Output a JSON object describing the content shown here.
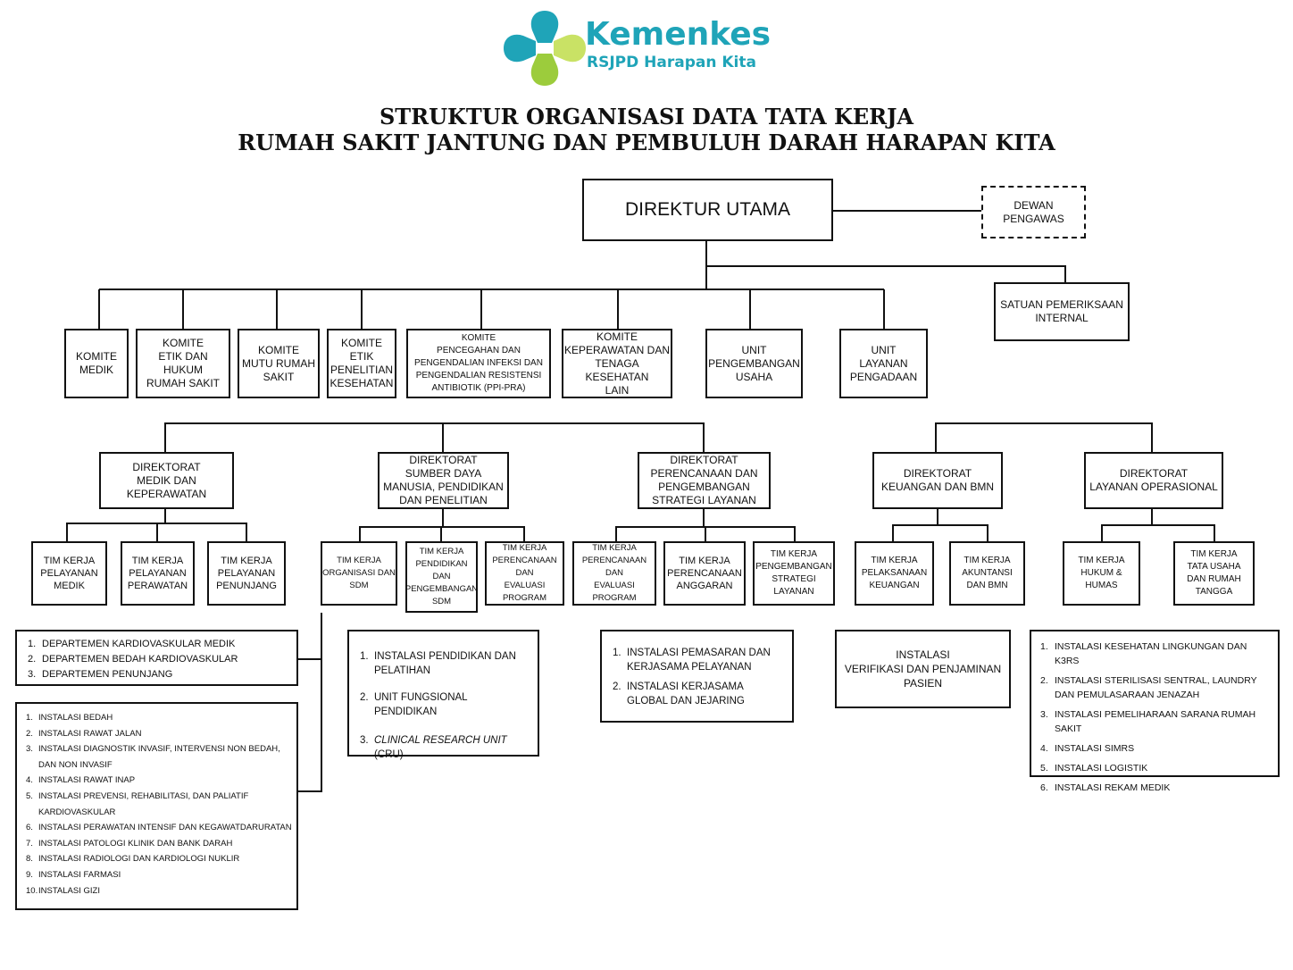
{
  "logo": {
    "brand": "Kemenkes",
    "sub": "RSJPD Harapan Kita",
    "icon": "kemenkes-logo-icon",
    "colors": {
      "teal": "#1fa4b8",
      "green": "#9ccc3c",
      "light": "#c9e265"
    }
  },
  "title": {
    "line1": "STRUKTUR ORGANISASI DATA TATA KERJA",
    "line2": "RUMAH SAKIT JANTUNG DAN PEMBULUH DARAH HARAPAN KITA"
  },
  "top": {
    "direktur_utama": "DIREKTUR UTAMA",
    "dewan_pengawas": "DEWAN\nPENGAWAS",
    "spi": "SATUAN PEMERIKSAAN\nINTERNAL"
  },
  "units": [
    "KOMITE\nMEDIK",
    "KOMITE\nETIK DAN HUKUM\nRUMAH SAKIT",
    "KOMITE\nMUTU RUMAH\nSAKIT",
    "KOMITE\nETIK\nPENELITIAN\nKESEHATAN",
    "KOMITE\nPENCEGAHAN DAN\nPENGENDALIAN INFEKSI DAN\nPENGENDALIAN RESISTENSI\nANTIBIOTIK (PPI-PRA)",
    "KOMITE\nKEPERAWATAN DAN\nTENAGA KESEHATAN\nLAIN",
    "UNIT\nPENGEMBANGAN\nUSAHA",
    "UNIT\nLAYANAN\nPENGADAAN"
  ],
  "direktorats": [
    "DIREKTORAT\nMEDIK DAN\nKEPERAWATAN",
    "DIREKTORAT\nSUMBER DAYA\nMANUSIA, PENDIDIKAN\nDAN PENELITIAN",
    "DIREKTORAT\nPERENCANAAN DAN\nPENGEMBANGAN\nSTRATEGI LAYANAN",
    "DIREKTORAT\nKEUANGAN DAN BMN",
    "DIREKTORAT\nLAYANAN OPERASIONAL"
  ],
  "tim_kerja": {
    "medik": [
      "TIM KERJA\nPELAYANAN\nMEDIK",
      "TIM KERJA\nPELAYANAN\nPERAWATAN",
      "TIM KERJA\nPELAYANAN\nPENUNJANG"
    ],
    "sdm": [
      "TIM KERJA\nORGANISASI DAN\nSDM",
      "TIM KERJA\nPENDIDIKAN\nDAN\nPENGEMBANGAN\nSDM",
      "TIM KERJA\nPERENCANAAN DAN\nEVALUASI\nPROGRAM"
    ],
    "perencanaan": [
      "TIM KERJA\nPERENCANAAN DAN\nEVALUASI\nPROGRAM",
      "TIM KERJA\nPERENCANAAN\nANGGARAN",
      "TIM KERJA\nPENGEMBANGAN\nSTRATEGI\nLAYANAN"
    ],
    "keuangan": [
      "TIM KERJA\nPELAKSANAAN\nKEUANGAN",
      "TIM KERJA\nAKUNTANSI\nDAN BMN"
    ],
    "operasional": [
      "TIM KERJA\nHUKUM &\nHUMAS",
      "TIM KERJA\nTATA USAHA\nDAN RUMAH\nTANGGA"
    ]
  },
  "lists": {
    "departemen": [
      {
        "num": "1.",
        "text": "DEPARTEMEN KARDIOVASKULAR MEDIK"
      },
      {
        "num": "2.",
        "text": "DEPARTEMEN BEDAH KARDIOVASKULAR"
      },
      {
        "num": "3.",
        "text": "DEPARTEMEN PENUNJANG"
      }
    ],
    "instalasi_medik": [
      {
        "num": "1.",
        "text": "INSTALASI BEDAH"
      },
      {
        "num": "2.",
        "text": "INSTALASI RAWAT JALAN"
      },
      {
        "num": "3.",
        "text": "INSTALASI DIAGNOSTIK INVASIF, INTERVENSI NON BEDAH, DAN NON INVASIF"
      },
      {
        "num": "4.",
        "text": "INSTALASI RAWAT INAP"
      },
      {
        "num": "5.",
        "text": "INSTALASI PREVENSI, REHABILITASI, DAN PALIATIF KARDIOVASKULAR"
      },
      {
        "num": "6.",
        "text": "INSTALASI PERAWATAN INTENSIF DAN KEGAWATDARURATAN"
      },
      {
        "num": "7.",
        "text": "INSTALASI PATOLOGI KLINIK DAN BANK DARAH"
      },
      {
        "num": "8.",
        "text": "INSTALASI RADIOLOGI DAN KARDIOLOGI NUKLIR"
      },
      {
        "num": "9.",
        "text": "INSTALASI FARMASI"
      },
      {
        "num": "10.",
        "text": "INSTALASI GIZI"
      }
    ],
    "sdm": [
      {
        "num": "1.",
        "text": "INSTALASI PENDIDIKAN DAN PELATIHAN"
      },
      {
        "num": "2.",
        "text": "UNIT FUNGSIONAL PENDIDIKAN"
      },
      {
        "num": "3.",
        "text_italic": "CLINICAL RESEARCH UNIT",
        "text": " (CRU)"
      }
    ],
    "perencanaan": [
      {
        "num": "1.",
        "text": "INSTALASI PEMASARAN DAN KERJASAMA PELAYANAN"
      },
      {
        "num": "2.",
        "text": "INSTALASI KERJASAMA GLOBAL DAN JEJARING"
      }
    ],
    "keuangan": "INSTALASI\nVERIFIKASI DAN PENJAMINAN\nPASIEN",
    "operasional": [
      {
        "num": "1.",
        "text": "INSTALASI KESEHATAN LINGKUNGAN DAN K3RS"
      },
      {
        "num": "2.",
        "text": "INSTALASI STERILISASI SENTRAL, LAUNDRY DAN PEMULASARAAN JENAZAH"
      },
      {
        "num": "3.",
        "text": "INSTALASI PEMELIHARAAN SARANA RUMAH SAKIT"
      },
      {
        "num": "4.",
        "text": "INSTALASI SIMRS"
      },
      {
        "num": "5.",
        "text": "INSTALASI LOGISTIK"
      },
      {
        "num": "6.",
        "text": "INSTALASI REKAM MEDIK"
      }
    ]
  }
}
